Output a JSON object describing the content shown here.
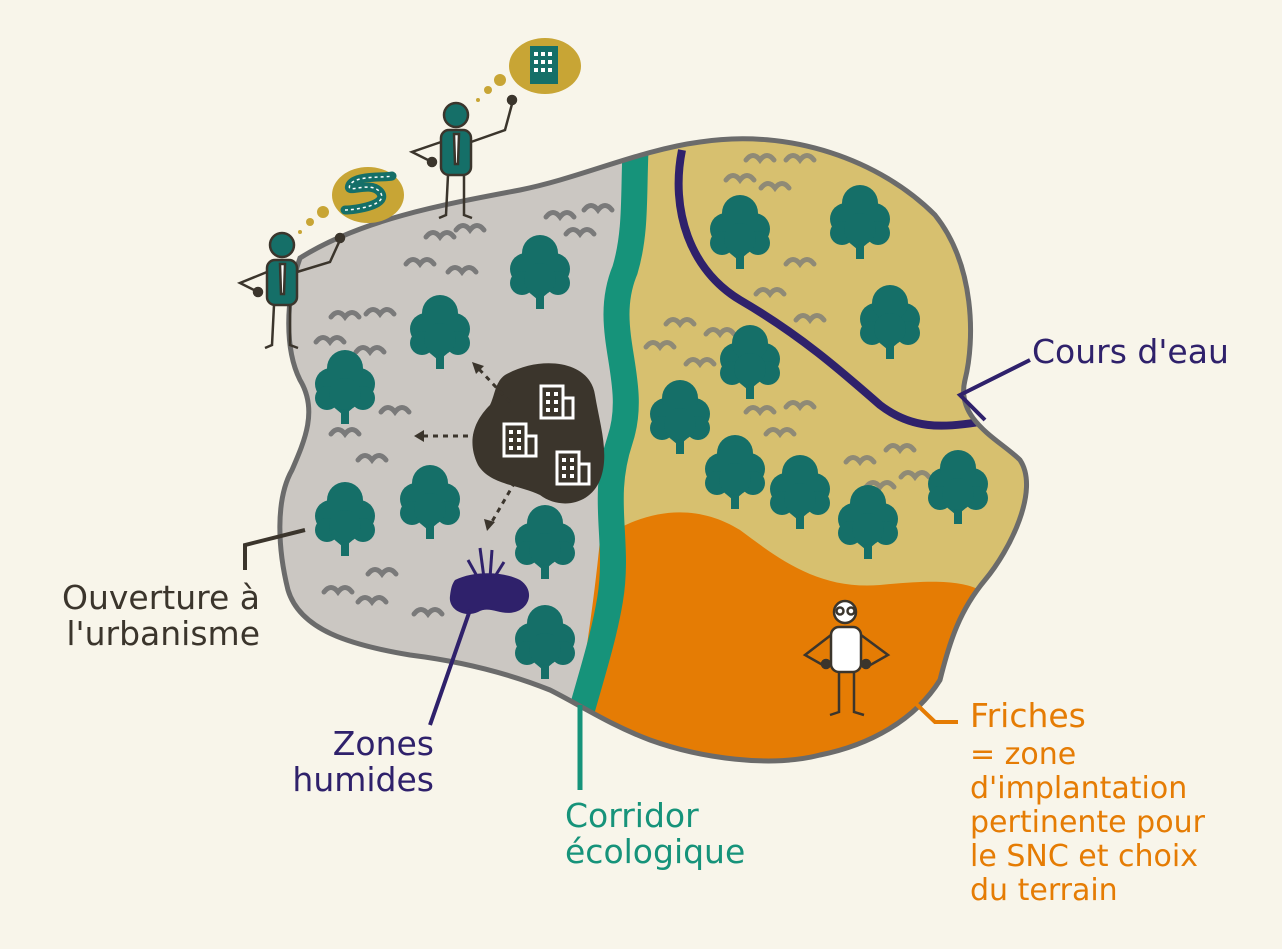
{
  "labels": {
    "cours_eau": "Cours d'eau",
    "ouverture": [
      "Ouverture à",
      "l'urbanisme"
    ],
    "zones_humides": [
      "Zones",
      "humides"
    ],
    "corridor": [
      "Corridor",
      "écologique"
    ],
    "friches_title": "Friches",
    "friches_desc": [
      "= zone",
      "d'implantation",
      "pertinente pour",
      "le SNC et choix",
      "du terrain"
    ]
  },
  "colors": {
    "background": "#f8f5ea",
    "grey_zone": "#cbc7c2",
    "yellow_zone": "#d7c06f",
    "friche_zone": "#e57c04",
    "corridor": "#16937a",
    "tree": "#156f68",
    "river": "#2f216b",
    "urban": "#3b352c",
    "label_dark": "#3b352c",
    "label_purple": "#2f216b",
    "label_green": "#16937a",
    "label_orange": "#e57c04",
    "outline": "#6b6b6b",
    "bubble": "#c8a535"
  },
  "icons": [
    "tree-icon",
    "bird-icon",
    "building-icon",
    "person-icon",
    "road-icon",
    "wetland-icon"
  ]
}
